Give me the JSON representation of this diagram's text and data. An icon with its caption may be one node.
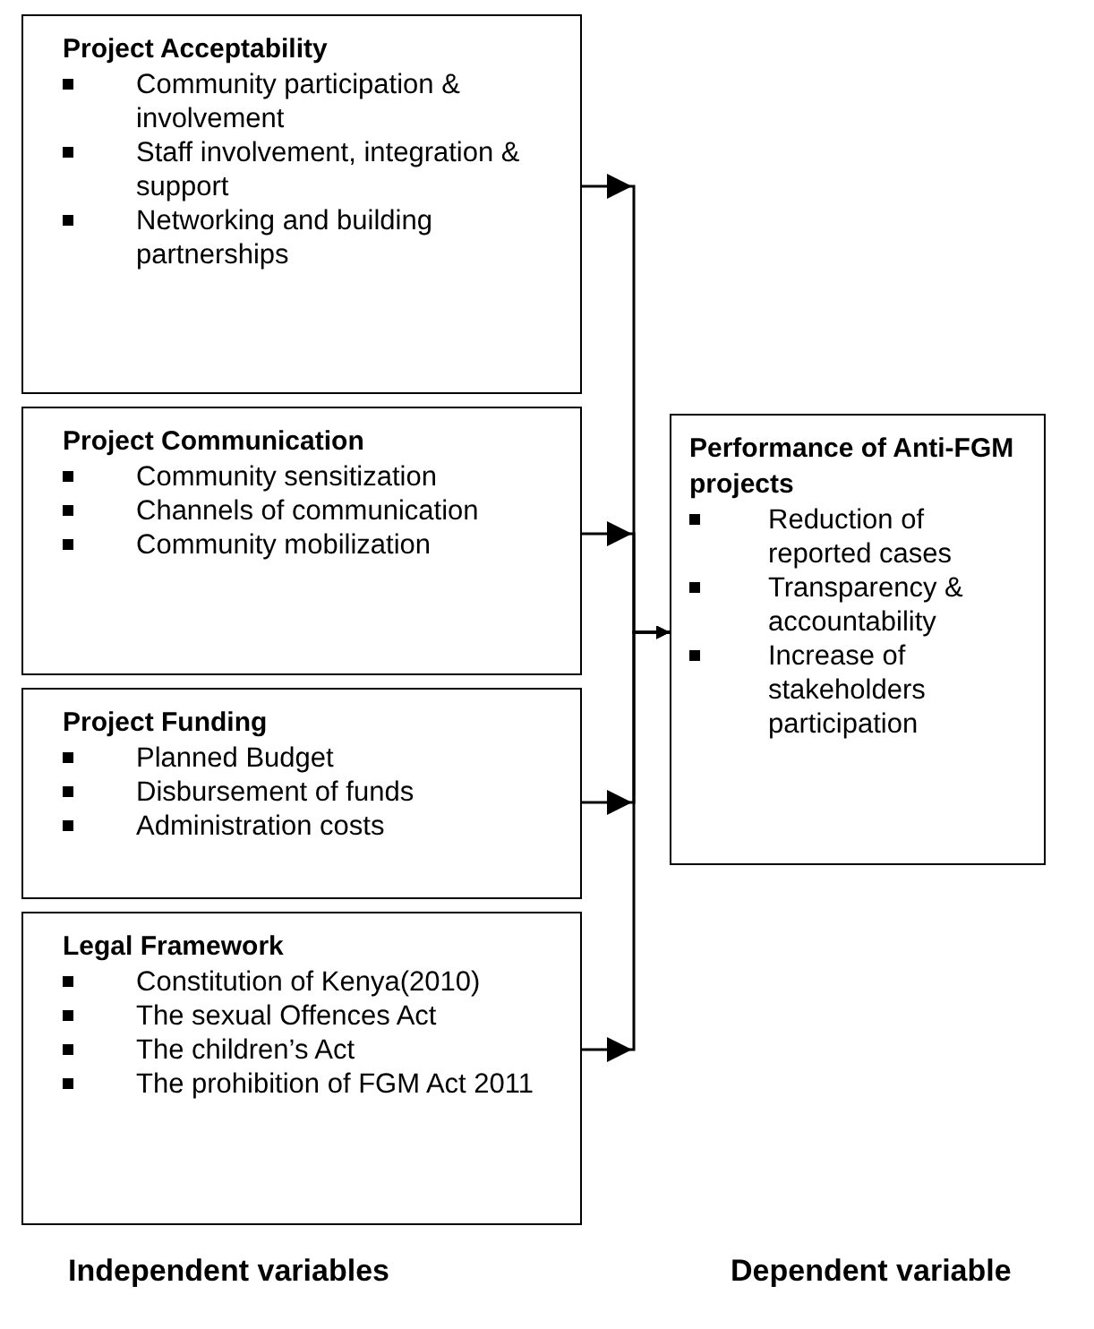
{
  "diagram": {
    "nodes": [
      {
        "text": [
          "Project Acceptability",
          "Community participation & involvement",
          "Staff involvement, integration & support",
          "Networking and building partnerships"
        ]
      },
      {
        "text": [
          "Project Communication",
          "Community sensitization",
          "Channels of communication",
          "Community mobilization"
        ]
      },
      {
        "text": [
          "Project Funding",
          "Planned Budget",
          "Disbursement of funds",
          "Administration costs"
        ]
      },
      {
        "text": [
          "Legal Framework",
          "Constitution of Kenya(2010)",
          "The sexual Offences Act",
          "The children’s Act",
          "The prohibition of FGM Act 2011"
        ]
      },
      {
        "text": [
          "Performance of Anti-FGM projects",
          "Reduction of reported cases",
          "Transparency & accountability",
          "Increase of stakeholders participation"
        ]
      }
    ],
    "edges": [
      {
        "from": 0,
        "to": 4,
        "arrow": "to"
      },
      {
        "from": 1,
        "to": 4,
        "arrow": "to"
      },
      {
        "from": 2,
        "to": 4,
        "arrow": "to"
      },
      {
        "from": 3,
        "to": 4,
        "arrow": "to"
      }
    ],
    "labels": [
      "Independent variables",
      "Dependent variable"
    ]
  }
}
